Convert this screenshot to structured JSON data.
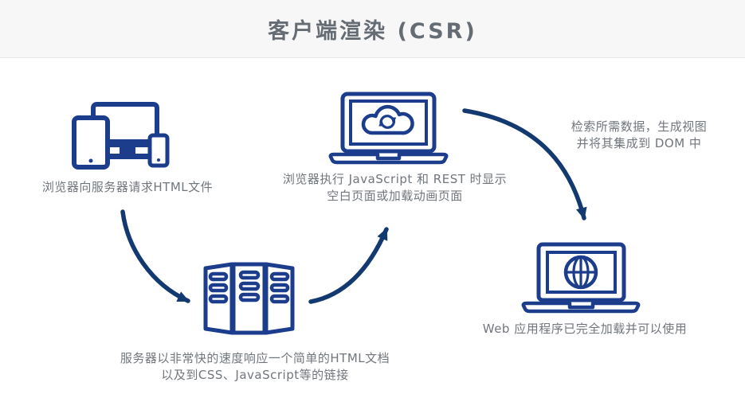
{
  "title": "客户端渲染 (CSR)",
  "colors": {
    "icon_navy": "#1c3d8c",
    "arrow_navy": "#133a70",
    "text_gray": "#70767c",
    "title_gray": "#666c73",
    "header_bg": "#f7f7f8"
  },
  "steps": {
    "request": {
      "icon": "responsive-devices-icon",
      "caption": "浏览器向服务器请求HTML文件"
    },
    "server_response": {
      "icon": "server-rack-icon",
      "line1": "服务器以非常快的速度响应一个简单的HTML文档",
      "line2": "以及到CSS、JavaScript等的链接"
    },
    "browser_loading": {
      "icon": "laptop-cloud-sync-icon",
      "line1": "浏览器执行 JavaScript 和 REST 时显示",
      "line2": "空白页面或加载动画页面"
    },
    "dom_integration": {
      "line1": "检索所需数据，生成视图",
      "line2": "并将其集成到 DOM 中"
    },
    "app_ready": {
      "icon": "laptop-globe-icon",
      "caption": "Web 应用程序已完全加载并可以使用"
    }
  }
}
